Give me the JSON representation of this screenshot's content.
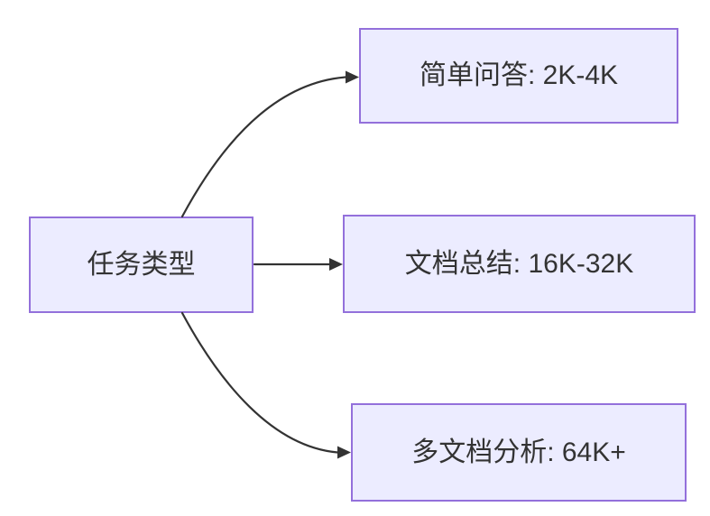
{
  "diagram": {
    "type": "flowchart",
    "direction": "left-to-right",
    "background_color": "#ffffff",
    "node_fill_color": "#ECECFF",
    "node_border_color": "#9370DB",
    "edge_color": "#333333",
    "text_color": "#333333",
    "nodes": [
      {
        "id": "task-type",
        "label": "任务类型"
      },
      {
        "id": "simple-qa",
        "label": "简单问答: 2K-4K"
      },
      {
        "id": "doc-summary",
        "label": "文档总结: 16K-32K"
      },
      {
        "id": "multi-doc",
        "label": "多文档分析: 64K+"
      }
    ],
    "edges": [
      {
        "from": "task-type",
        "to": "simple-qa"
      },
      {
        "from": "task-type",
        "to": "doc-summary"
      },
      {
        "from": "task-type",
        "to": "multi-doc"
      }
    ]
  }
}
